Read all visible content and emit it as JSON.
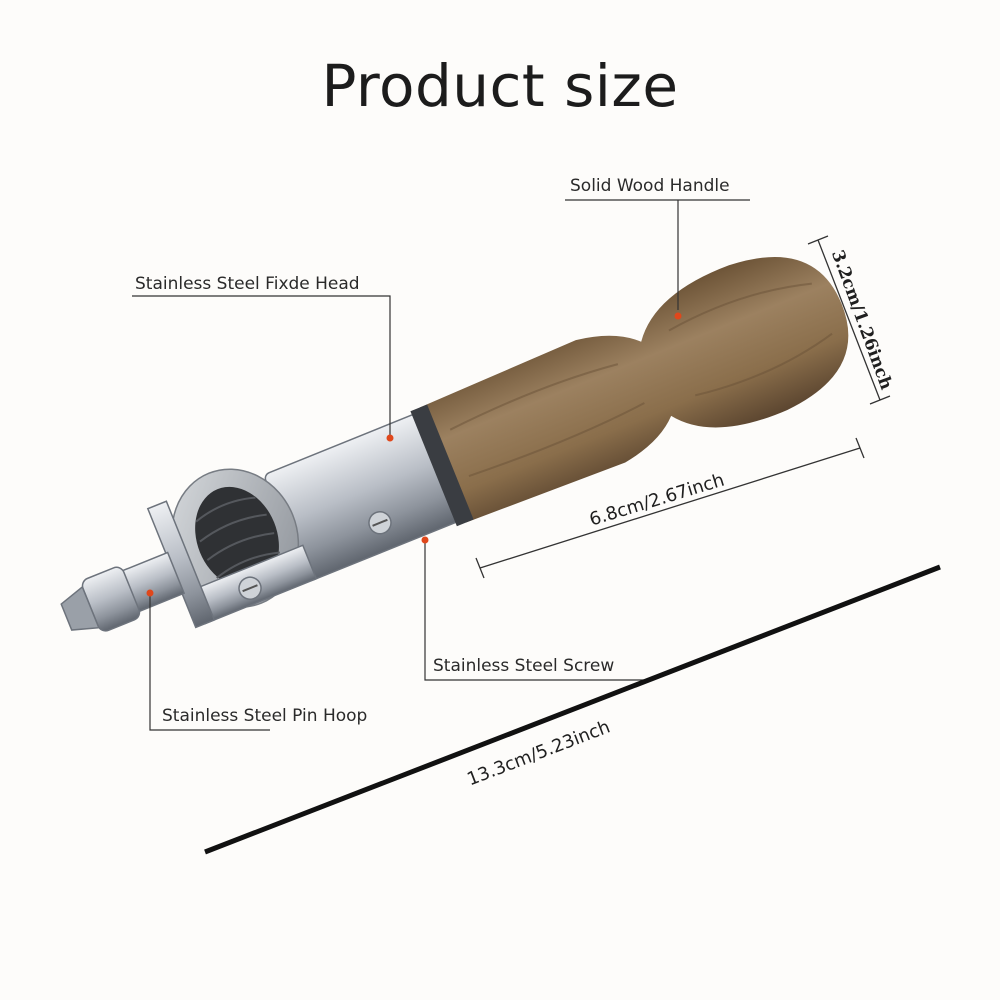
{
  "title": "Product size",
  "labels": {
    "handle": "Solid Wood Handle",
    "head": "Stainless Steel Fixde Head",
    "screw": "Stainless Steel Screw",
    "pin": "Stainless Steel Pin Hoop"
  },
  "dimensions": {
    "diameter": "3.2cm/1.26inch",
    "handle_length": "6.8cm/2.67inch",
    "total_length": "13.3cm/5.23inch"
  },
  "colors": {
    "background": "#fdfcfa",
    "wood": "#8a6e4b",
    "steel": "#c9ccd1",
    "marker": "#e0471b"
  }
}
